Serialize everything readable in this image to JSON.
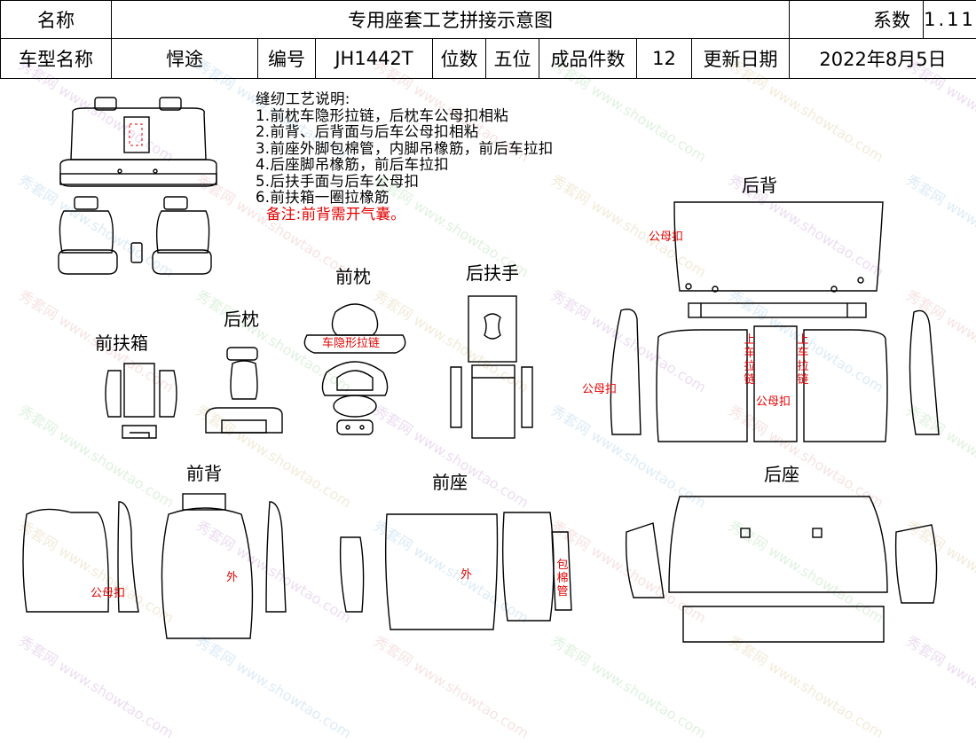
{
  "header": {
    "name_label": "名称",
    "title": "专用座套工艺拼接示意图",
    "coef_label": "系数",
    "coef_value": "1.11",
    "model_label": "车型名称",
    "model_value": "悍途",
    "code_label": "编号",
    "code_value": "JH1442T",
    "seats_label": "位数",
    "seats_value": "五位",
    "pieces_label": "成品件数",
    "pieces_value": "12",
    "date_label": "更新日期",
    "date_value": "2022年8月5日"
  },
  "notes": {
    "title": "缝纫工艺说明:",
    "items": [
      "1.前枕车隐形拉链，后枕车公母扣相粘",
      "2.前背、后背面与后车公母扣相粘",
      "3.前座外脚包棉管，内脚吊橡筋，前后车拉扣",
      "4.后座脚吊橡筋，前后车拉扣",
      "5.后扶手面与后车公母扣",
      "6.前扶箱一圈拉橡筋"
    ],
    "remark": "备注:前背需开气囊。"
  },
  "sections": {
    "rear_back": "后背",
    "front_headrest": "前枕",
    "rear_armrest": "后扶手",
    "rear_headrest": "后枕",
    "front_armbox": "前扶箱",
    "front_back": "前背",
    "front_seat": "前座",
    "rear_seat": "后座"
  },
  "annotations": {
    "rear_back_snap": "公母扣",
    "rear_back_side_snap": "公母扣",
    "zipper_left": "上车拉链",
    "zipper_right": "上车拉链",
    "center_snap": "公母扣",
    "hidden_zipper": "车隐形拉链",
    "front_back_snap": "公母扣",
    "front_back_outer": "外",
    "front_seat_outer": "外",
    "cotton_tube": "包棉管"
  },
  "watermark": {
    "cn": "秀套网",
    "url": "www.showtao.com"
  },
  "colors": {
    "annotation": "#e00000",
    "line": "#000000"
  }
}
